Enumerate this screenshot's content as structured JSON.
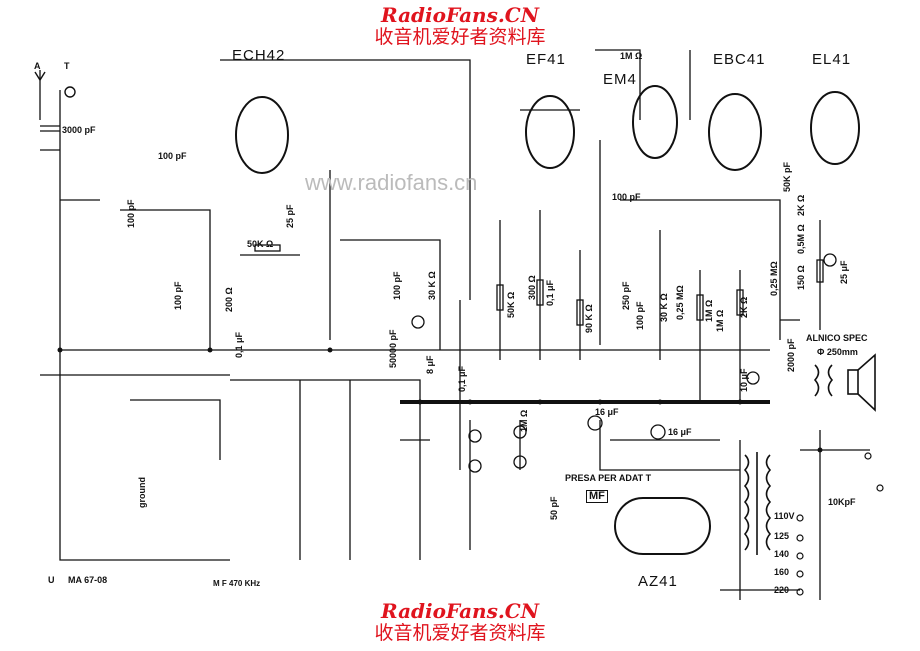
{
  "watermark": {
    "en": "RadioFans.CN",
    "zh": "收音机爱好者资料库",
    "faint": "www.radiofans.cn"
  },
  "tubes": [
    "ECH42",
    "EF41",
    "EM4",
    "EBC41",
    "EL41",
    "AZ41"
  ],
  "antenna": {
    "a": "A",
    "t": "T"
  },
  "components": {
    "c3000pf": "3000 pF",
    "c100pf": "100 pF",
    "r50k": "50K Ω",
    "r1m": "1M Ω",
    "c16uf": "16 μF",
    "alnico": "ALNICO SPEC",
    "speaker": "Φ 250mm",
    "presa": "PRESA PER ADAT T",
    "mf": "MF",
    "c10kpf": "10KpF",
    "c25pf": "25 pF",
    "r200": "200 Ω",
    "c01uf": "0,1 μF",
    "c50000pf": "50000 pF",
    "r30k": "30 K Ω",
    "c8uf": "8 μF",
    "r300": "300 Ω",
    "r90k": "90 K Ω",
    "c250pf": "250 pF",
    "r025m": "0,25 MΩ",
    "r2k": "2K Ω",
    "c10uf": "10 μF",
    "c50kpf": "50K pF",
    "r05m": "0,5M Ω",
    "r150": "150 Ω",
    "c25uf": "25 μF",
    "c2000pf": "2000 pF",
    "c50pf": "50 pF",
    "ground": "ground"
  },
  "voltages": [
    "110V",
    "125",
    "140",
    "160",
    "220"
  ],
  "footer": {
    "logo": "U",
    "code": "MA 67-08",
    "if_note": "M F 470 KHz"
  }
}
